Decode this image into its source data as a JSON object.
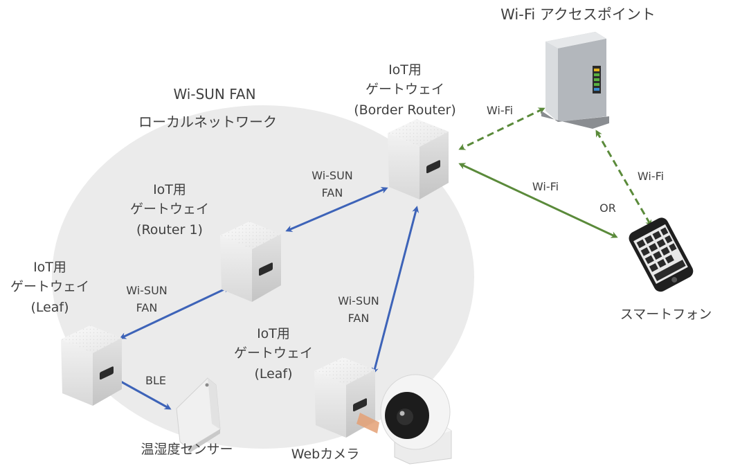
{
  "network": {
    "name": "Wi-SUN FAN",
    "subtitle": "ローカルネットワーク"
  },
  "nodes": {
    "border_router": {
      "line1": "IoT用",
      "line2": "ゲートウェイ",
      "line3": "(Border Router)"
    },
    "router1": {
      "line1": "IoT用",
      "line2": "ゲートウェイ",
      "line3": "(Router 1)"
    },
    "leaf_left": {
      "line1": "IoT用",
      "line2": "ゲートウェイ",
      "line3": "(Leaf)"
    },
    "leaf_center": {
      "line1": "IoT用",
      "line2": "ゲートウェイ",
      "line3": "(Leaf)"
    }
  },
  "devices": {
    "access_point": "Wi-Fi アクセスポイント",
    "smartphone": "スマートフォン",
    "sensor": "温湿度センサー",
    "camera": "Webカメラ"
  },
  "links": {
    "wisun_top": {
      "line1": "Wi-SUN",
      "line2": "FAN"
    },
    "wisun_left": {
      "line1": "Wi-SUN",
      "line2": "FAN"
    },
    "wisun_right": {
      "line1": "Wi-SUN",
      "line2": "FAN"
    },
    "ble": "BLE",
    "wifi_ap_border": "Wi-Fi",
    "wifi_border_phone": "Wi-Fi",
    "wifi_ap_phone": "Wi-Fi",
    "or": "OR"
  },
  "colors": {
    "wisun_link": "#3d63b8",
    "wifi_link": "#5a8a3a",
    "cloud": "#ebebeb"
  }
}
